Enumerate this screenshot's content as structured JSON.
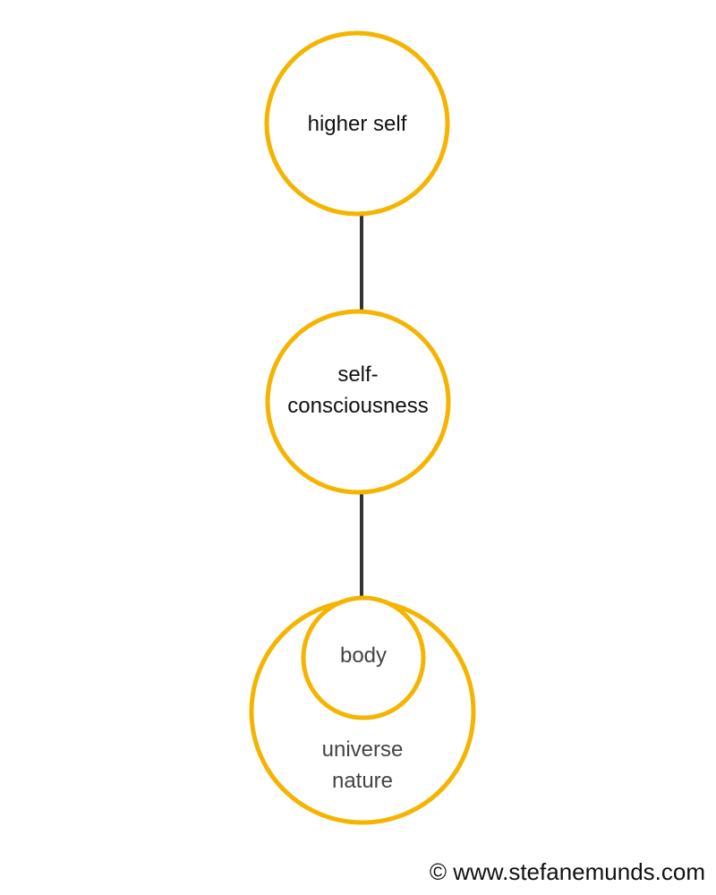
{
  "diagram": {
    "accent_color": "#f4b400",
    "connector_color": "#333333",
    "nodes": {
      "higher_self": {
        "label": "higher self"
      },
      "self_consciousness": {
        "line1": "self-",
        "line2": "consciousness"
      },
      "body": {
        "label": "body"
      },
      "universe_nature": {
        "line1": "universe",
        "line2": "nature"
      }
    }
  },
  "footer": {
    "copyright": "© www.stefanemunds.com"
  }
}
